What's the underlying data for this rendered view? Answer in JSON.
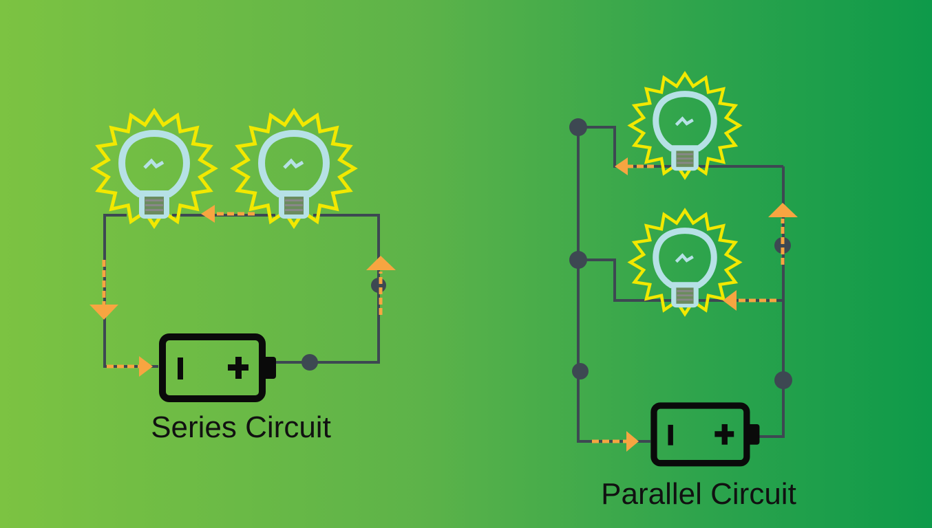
{
  "series": {
    "title": "Series Circuit",
    "bulbs": 2
  },
  "parallel": {
    "title": "Parallel Circuit",
    "bulbs": 2
  },
  "battery": {
    "minus": "-",
    "plus": "+"
  },
  "colors": {
    "wire": "#3d4852",
    "current": "#f7a541",
    "glow": "#f2e800",
    "bulb": "#b6e1e6",
    "battery": "#0a0a0a"
  }
}
